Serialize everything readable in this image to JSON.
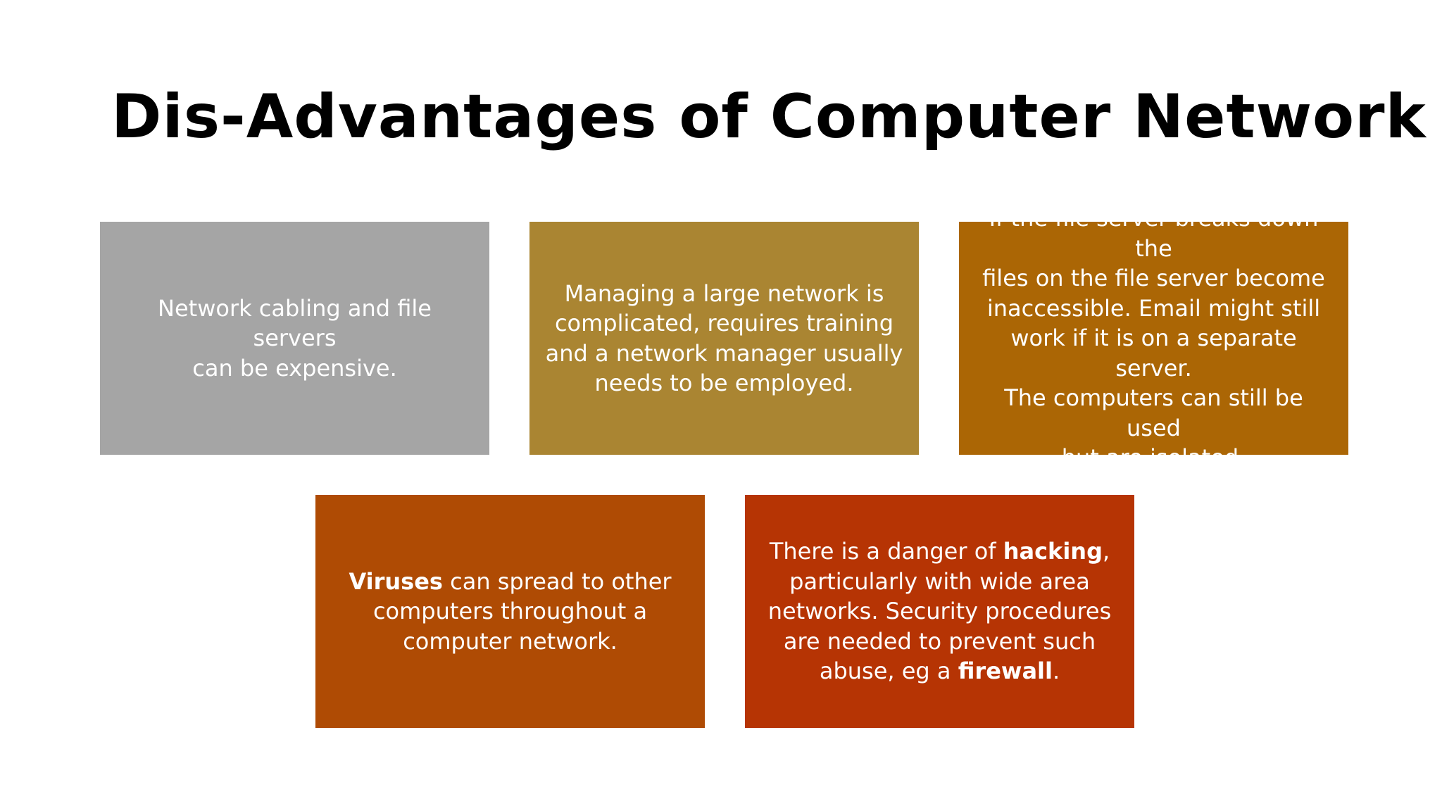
{
  "slide": {
    "title": "Dis-Advantages of Computer Network"
  },
  "cards": [
    {
      "id": "cost",
      "color": "#a5a5a5",
      "lines": [
        {
          "parts": [
            {
              "text": "Network cabling and file servers"
            }
          ]
        },
        {
          "parts": [
            {
              "text": "can be expensive."
            }
          ]
        }
      ]
    },
    {
      "id": "management",
      "color": "#aa8532",
      "lines": [
        {
          "parts": [
            {
              "text": "Managing a large network is"
            }
          ]
        },
        {
          "parts": [
            {
              "text": "complicated, requires training"
            }
          ]
        },
        {
          "parts": [
            {
              "text": "and a network manager usually"
            }
          ]
        },
        {
          "parts": [
            {
              "text": "needs to be employed."
            }
          ]
        }
      ]
    },
    {
      "id": "file-server-failure",
      "color": "#ab6605",
      "lines": [
        {
          "parts": [
            {
              "text": "If the file server breaks down the"
            }
          ]
        },
        {
          "parts": [
            {
              "text": "files on the file server become"
            }
          ]
        },
        {
          "parts": [
            {
              "text": "inaccessible. Email might still"
            }
          ]
        },
        {
          "parts": [
            {
              "text": "work if it is on a separate server."
            }
          ]
        },
        {
          "parts": [
            {
              "text": "The computers can still be used"
            }
          ]
        },
        {
          "parts": [
            {
              "text": "but are isolated."
            }
          ]
        }
      ]
    },
    {
      "id": "viruses",
      "color": "#af4b04",
      "lines": [
        {
          "parts": [
            {
              "text": "Viruses",
              "bold": true
            },
            {
              "text": " can spread to other"
            }
          ]
        },
        {
          "parts": [
            {
              "text": "computers throughout a"
            }
          ]
        },
        {
          "parts": [
            {
              "text": "computer network."
            }
          ]
        }
      ]
    },
    {
      "id": "hacking",
      "color": "#b63404",
      "lines": [
        {
          "parts": [
            {
              "text": "There is a danger of "
            },
            {
              "text": "hacking",
              "bold": true
            },
            {
              "text": ","
            }
          ]
        },
        {
          "parts": [
            {
              "text": "particularly with wide area"
            }
          ]
        },
        {
          "parts": [
            {
              "text": "networks. Security procedures"
            }
          ]
        },
        {
          "parts": [
            {
              "text": "are needed to prevent such"
            }
          ]
        },
        {
          "parts": [
            {
              "text": "abuse, eg a "
            },
            {
              "text": "firewall",
              "bold": true
            },
            {
              "text": "."
            }
          ]
        }
      ]
    }
  ]
}
